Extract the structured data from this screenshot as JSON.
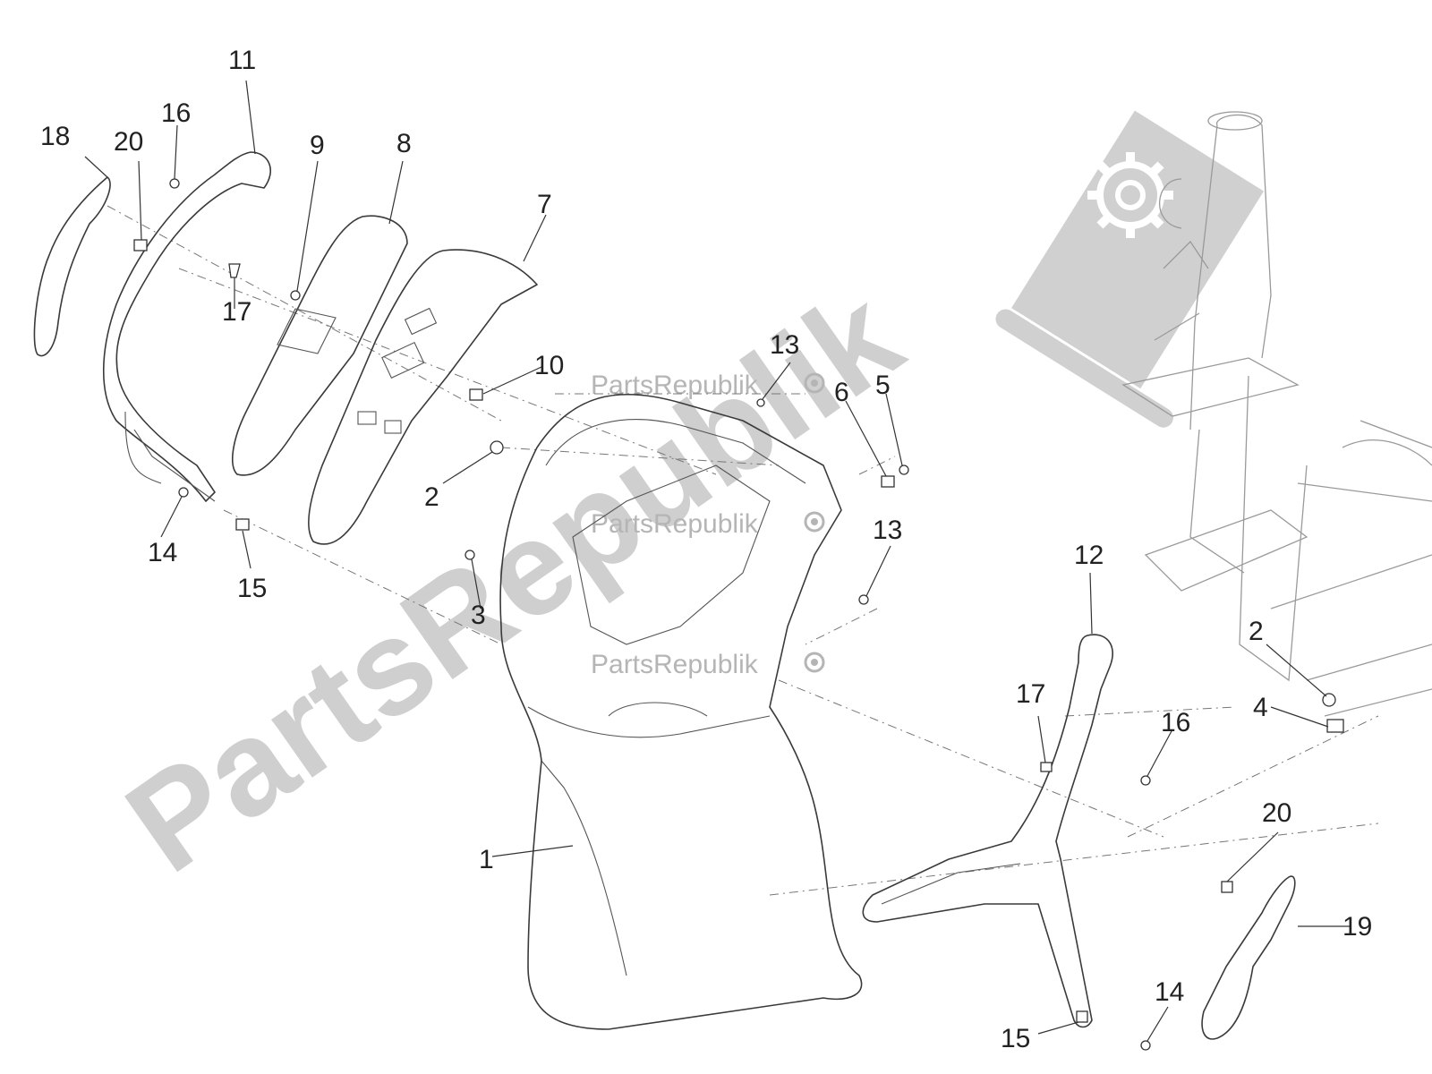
{
  "watermark": {
    "big_text": "PartsRepublik",
    "small_text": "PartsRepublik",
    "icon": "gear-flag-icon"
  },
  "callouts": {
    "c1": "1",
    "c2a": "2",
    "c2b": "2",
    "c3": "3",
    "c4": "4",
    "c5": "5",
    "c6": "6",
    "c7": "7",
    "c8": "8",
    "c9": "9",
    "c10": "10",
    "c11": "11",
    "c12": "12",
    "c13a": "13",
    "c13b": "13",
    "c14a": "14",
    "c14b": "14",
    "c15a": "15",
    "c15b": "15",
    "c16a": "16",
    "c16b": "16",
    "c17a": "17",
    "c17b": "17",
    "c18": "18",
    "c19": "19",
    "c20a": "20",
    "c20b": "20"
  },
  "colors": {
    "line": "#3a3a3a",
    "watermark": "#cfcfcf",
    "frame": "#9a9a9a"
  }
}
